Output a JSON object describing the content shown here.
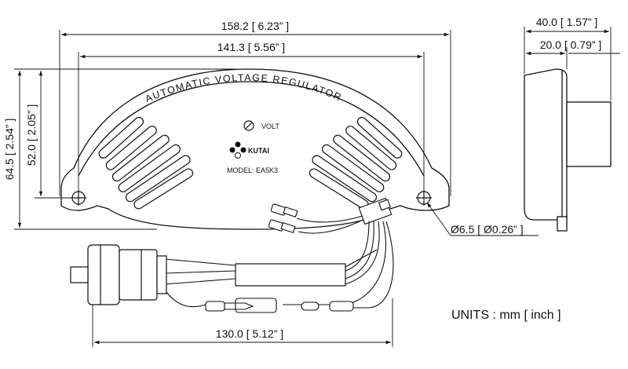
{
  "dimensions": {
    "overall_width": "158.2  [ 6.23” ]",
    "hole_spacing": "141.3  [ 5.56” ]",
    "overall_height": "64.5  [ 2.54” ]",
    "inner_height": "52.0  [ 2.05” ]",
    "side_depth": "40.0  [ 1.57” ]",
    "side_body_depth": "20.0  [ 0.79” ]",
    "hole_diameter": "Ø6.5  [ Ø0.26” ]",
    "wire_length": "130.0  [ 5.12” ]"
  },
  "label": {
    "title": "AUTOMATIC VOLTAGE REGULATOR",
    "volt": "VOLT",
    "brand": "KUTAI",
    "model": "MODEL: EA5K3"
  },
  "units_note": "UNITS : mm [ inch ]",
  "colors": {
    "line": "#111111",
    "body": "#ffffff"
  }
}
